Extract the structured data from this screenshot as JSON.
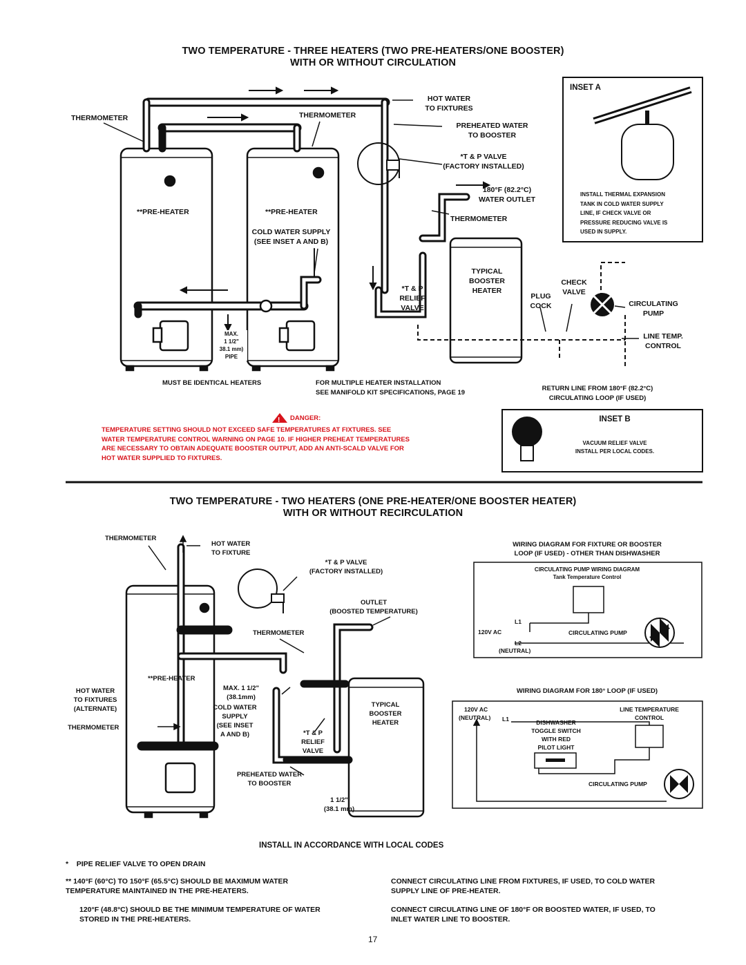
{
  "section1": {
    "title_line1": "TWO TEMPERATURE - THREE HEATERS (TWO PRE-HEATERS/ONE BOOSTER)",
    "title_line2": "WITH OR WITHOUT CIRCULATION",
    "labels": {
      "thermometer_left": "THERMOMETER",
      "thermometer_mid": "THERMOMETER",
      "hot_water_fixtures": "HOT WATER\nTO FIXTURES",
      "preheated_to_booster": "PREHEATED WATER\nTO BOOSTER",
      "tp_valve": "*T & P VALVE\n(FACTORY INSTALLED)",
      "water_outlet": "180°F (82.2°C)\nWATER OUTLET",
      "thermometer_booster": "THERMOMETER",
      "pre_heater_1": "**PRE-HEATER",
      "pre_heater_2": "**PRE-HEATER",
      "cold_water_supply": "COLD WATER SUPPLY\n(SEE INSET A AND B)",
      "tp_relief_valve": "*T & P\nRELIEF\nVALVE",
      "typical_booster": "TYPICAL\nBOOSTER\nHEATER",
      "plug_cock": "PLUG\nCOCK",
      "check_valve": "CHECK\nVALVE",
      "circulating_pump": "CIRCULATING\nPUMP",
      "line_temp_control": "LINE TEMP.\nCONTROL",
      "max_pipe": "MAX.\n1 1/2\"\n38.1 mm)\nPIPE",
      "identical_heaters": "MUST BE IDENTICAL HEATERS",
      "multiple_install": "FOR MULTIPLE HEATER INSTALLATION\nSEE MANIFOLD KIT SPECIFICATIONS, PAGE 19",
      "return_line": "RETURN LINE FROM 180°F (82.2°C)\nCIRCULATING LOOP (IF USED)"
    },
    "inset_a": {
      "title": "INSET A",
      "text": "INSTALL THERMAL EXPANSION\nTANK IN COLD WATER SUPPLY\nLINE, IF CHECK VALVE OR\nPRESSURE REDUCING VALVE IS\nUSED IN SUPPLY."
    },
    "inset_b": {
      "title": "INSET B",
      "text": "VACUUM RELIEF VALVE\nINSTALL PER LOCAL CODES."
    },
    "danger": {
      "heading": "DANGER:",
      "text": "TEMPERATURE SETTING SHOULD NOT EXCEED SAFE TEMPERATURES AT FIXTURES. SEE\nWATER TEMPERATURE CONTROL WARNING ON PAGE 10. IF HIGHER PREHEAT TEMPERATURES\nARE NECESSARY TO OBTAIN ADEQUATE BOOSTER OUTPUT, ADD AN ANTI-SCALD VALVE FOR\nHOT WATER SUPPLIED TO FIXTURES."
    }
  },
  "section2": {
    "title_line1": "TWO TEMPERATURE - TWO HEATERS (ONE PRE-HEATER/ONE BOOSTER HEATER)",
    "title_line2": "WITH OR WITHOUT RECIRCULATION",
    "labels": {
      "thermometer_top": "THERMOMETER",
      "hot_water_fixture": "HOT WATER\nTO FIXTURE",
      "tp_valve": "*T & P VALVE\n(FACTORY INSTALLED)",
      "outlet": "OUTLET\n(BOOSTED TEMPERATURE)",
      "thermometer_mid": "THERMOMETER",
      "pre_heater": "**PRE-HEATER",
      "hot_water_alternate": "HOT WATER\nTO FIXTURES\n(ALTERNATE)",
      "thermometer_low": "THERMOMETER",
      "max_pipe": "MAX. 1 1/2\"\n(38.1mm)",
      "cold_water_supply": "COLD WATER\nSUPPLY\n(SEE INSET\nA AND B)",
      "tp_relief": "*T & P\nRELIEF\nVALVE",
      "typical_booster": "TYPICAL\nBOOSTER\nHEATER",
      "preheated_to_booster": "PREHEATED WATER\nTO BOOSTER",
      "pipe_size": "1 1/2\"\n(38.1 mm)"
    },
    "wiring1": {
      "heading": "WIRING DIAGRAM FOR FIXTURE OR BOOSTER\nLOOP (IF USED) - OTHER THAN DISHWASHER",
      "title": "CIRCULATING PUMP WIRING DIAGRAM\nTank Temperature Control",
      "l1": "L1",
      "volt": "120V AC",
      "l2": "L2",
      "neutral": "(NEUTRAL)",
      "pump": "CIRCULATING PUMP"
    },
    "wiring2": {
      "heading": "WIRING DIAGRAM FOR 180° LOOP (IF USED)",
      "volt": "120V AC",
      "neutral": "(NEUTRAL)",
      "l1": "L1",
      "line_temp": "LINE TEMPERATURE\nCONTROL",
      "switch": "DISHWASHER\nTOGGLE SWITCH\nWITH RED\nPILOT LIGHT",
      "pump": "CIRCULATING PUMP"
    }
  },
  "footer": {
    "install": "INSTALL IN ACCORDANCE WITH LOCAL CODES",
    "note1": "*    PIPE RELIEF VALVE TO OPEN DRAIN",
    "note2": "**  140°F (60°C) TO 150°F (65.5°C) SHOULD BE MAXIMUM WATER\nTEMPERATURE MAINTAINED IN THE PRE-HEATERS.",
    "note3": "120°F (48.8°C) SHOULD BE THE MINIMUM TEMPERATURE OF WATER\nSTORED IN THE PRE-HEATERS.",
    "note4": "CONNECT CIRCULATING LINE FROM FIXTURES, IF USED, TO COLD WATER\nSUPPLY LINE OF PRE-HEATER.",
    "note5": "CONNECT CIRCULATING LINE OF 180°F OR BOOSTED WATER, IF USED, TO\nINLET WATER LINE TO BOOSTER.",
    "page": "17"
  }
}
